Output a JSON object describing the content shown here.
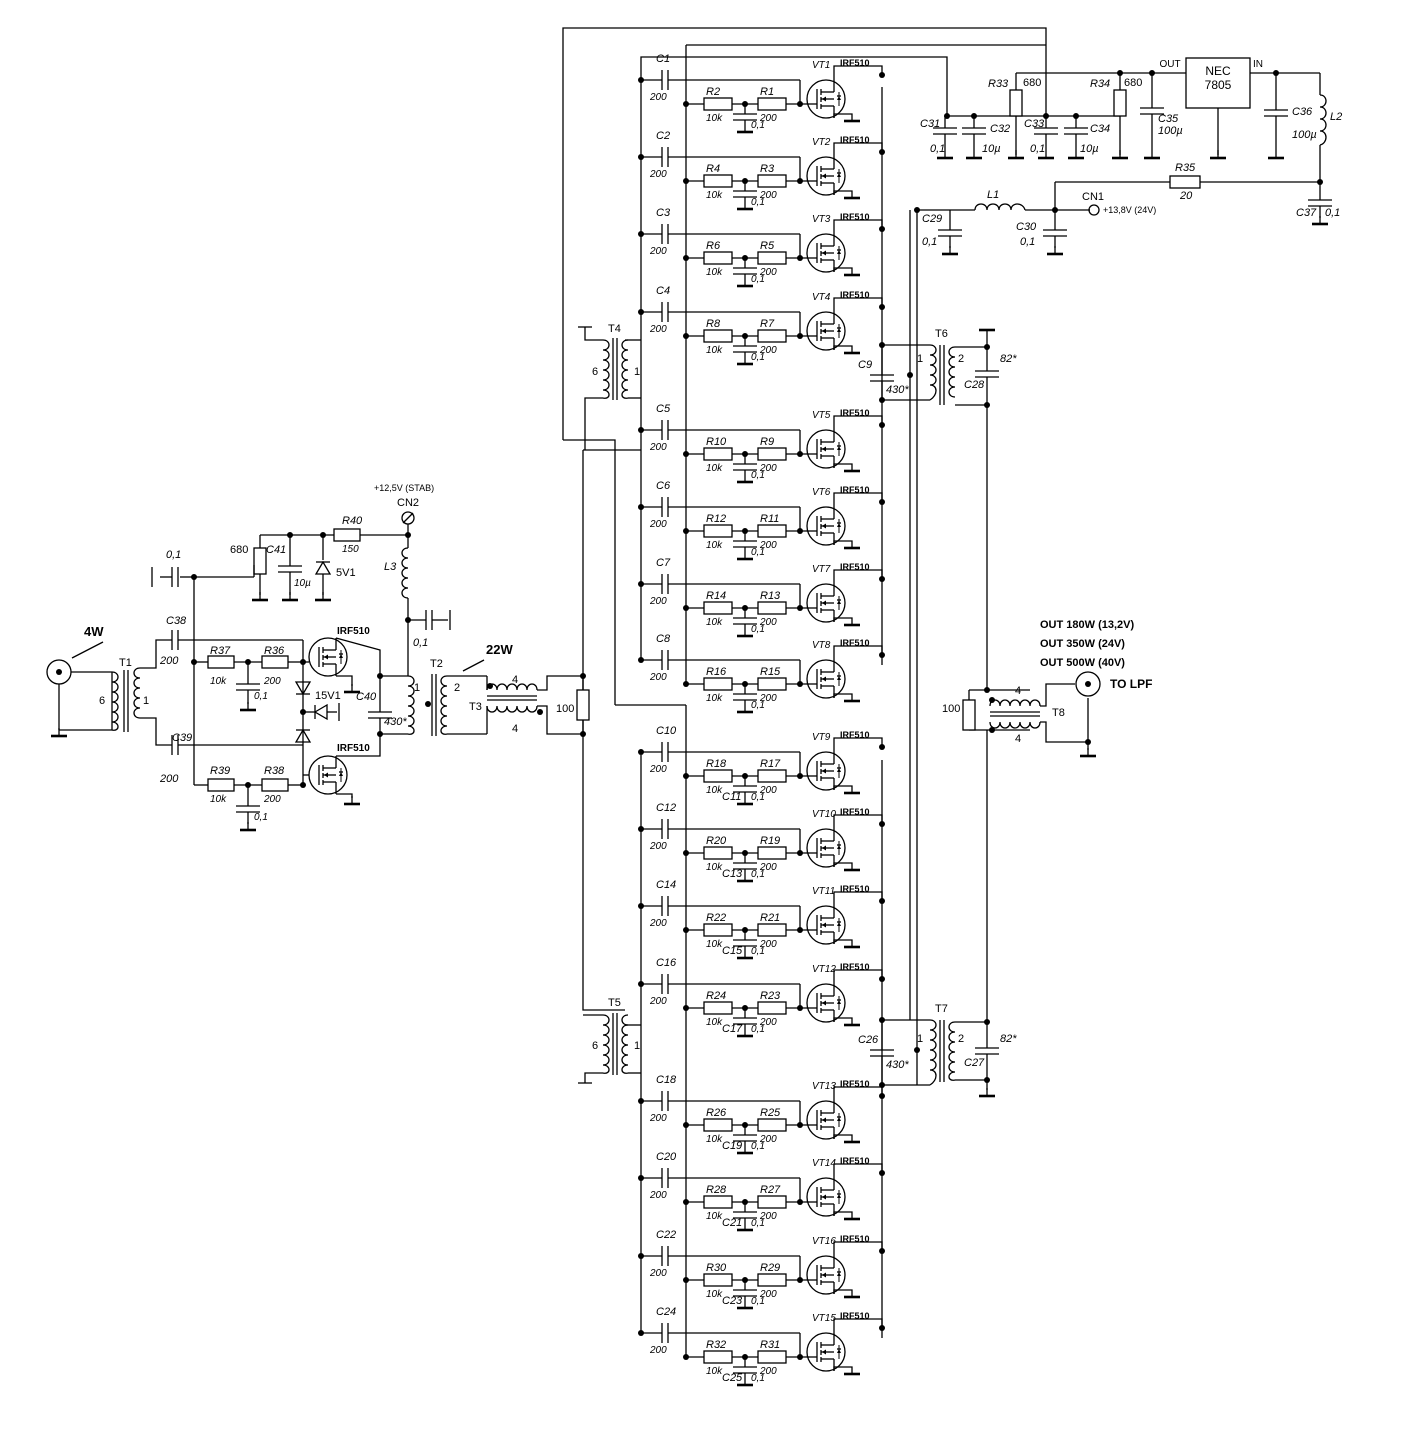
{
  "power_labels": {
    "input": "4W",
    "driver": "22W",
    "out1": "OUT  180W (13,2V)",
    "out2": "OUT  350W (24V)",
    "out3": "OUT  500W (40V)",
    "to_lpf": "TO LPF"
  },
  "connectors": {
    "cn1": "CN1",
    "cn1_voltage": "+13,8V (24V)",
    "cn2": "CN2",
    "cn2_voltage": "+12,5V (STAB)"
  },
  "regulator": {
    "name": "NEC",
    "part": "7805",
    "out": "OUT",
    "in": "IN"
  },
  "transistor_part": "IRF510",
  "zener": {
    "d1": "15V1",
    "d2": "5V1"
  },
  "top_stages": [
    {
      "cap": "C1",
      "cap_val": "200",
      "rs": "R2",
      "rs_val": "10k",
      "rg": "R1",
      "rg_val": "200",
      "bypass_val": "0,1",
      "vt": "VT1",
      "part": "IRF510"
    },
    {
      "cap": "C2",
      "cap_val": "200",
      "rs": "R4",
      "rs_val": "10k",
      "rg": "R3",
      "rg_val": "200",
      "bypass_val": "0,1",
      "vt": "VT2",
      "part": "IRF510"
    },
    {
      "cap": "C3",
      "cap_val": "200",
      "rs": "R6",
      "rs_val": "10k",
      "rg": "R5",
      "rg_val": "200",
      "bypass_val": "0,1",
      "vt": "VT3",
      "part": "IRF510"
    },
    {
      "cap": "C4",
      "cap_val": "200",
      "rs": "R8",
      "rs_val": "10k",
      "rg": "R7",
      "rg_val": "200",
      "bypass_val": "0,1",
      "vt": "VT4",
      "part": "IRF510"
    },
    {
      "cap": "C5",
      "cap_val": "200",
      "rs": "R10",
      "rs_val": "10k",
      "rg": "R9",
      "rg_val": "200",
      "bypass_val": "0,1",
      "vt": "VT5",
      "part": "IRF510"
    },
    {
      "cap": "C6",
      "cap_val": "200",
      "rs": "R12",
      "rs_val": "10k",
      "rg": "R11",
      "rg_val": "200",
      "bypass_val": "0,1",
      "vt": "VT6",
      "part": "IRF510"
    },
    {
      "cap": "C7",
      "cap_val": "200",
      "rs": "R14",
      "rs_val": "10k",
      "rg": "R13",
      "rg_val": "200",
      "bypass_val": "0,1",
      "vt": "VT7",
      "part": "IRF510"
    },
    {
      "cap": "C8",
      "cap_val": "200",
      "rs": "R16",
      "rs_val": "10k",
      "rg": "R15",
      "rg_val": "200",
      "bypass_val": "0,1",
      "vt": "VT8",
      "part": "IRF510"
    }
  ],
  "bottom_stages": [
    {
      "cap": "C10",
      "cap_val": "200",
      "rs": "R18",
      "rs_val": "10k",
      "rg": "R17",
      "rg_val": "200",
      "bypass": "C11",
      "bypass_val": "0,1",
      "vt": "VT9",
      "part": "IRF510"
    },
    {
      "cap": "C12",
      "cap_val": "200",
      "rs": "R20",
      "rs_val": "10k",
      "rg": "R19",
      "rg_val": "200",
      "bypass": "C13",
      "bypass_val": "0,1",
      "vt": "VT10",
      "part": "IRF510"
    },
    {
      "cap": "C14",
      "cap_val": "200",
      "rs": "R22",
      "rs_val": "10k",
      "rg": "R21",
      "rg_val": "200",
      "bypass": "C15",
      "bypass_val": "0,1",
      "vt": "VT11",
      "part": "IRF510"
    },
    {
      "cap": "C16",
      "cap_val": "200",
      "rs": "R24",
      "rs_val": "10k",
      "rg": "R23",
      "rg_val": "200",
      "bypass": "C17",
      "bypass_val": "0,1",
      "vt": "VT12",
      "part": "IRF510"
    },
    {
      "cap": "C18",
      "cap_val": "200",
      "rs": "R26",
      "rs_val": "10k",
      "rg": "R25",
      "rg_val": "200",
      "bypass": "C19",
      "bypass_val": "0,1",
      "vt": "VT13",
      "part": "IRF510"
    },
    {
      "cap": "C20",
      "cap_val": "200",
      "rs": "R28",
      "rs_val": "10k",
      "rg": "R27",
      "rg_val": "200",
      "bypass": "C21",
      "bypass_val": "0,1",
      "vt": "VT14",
      "part": "IRF510"
    },
    {
      "cap": "C22",
      "cap_val": "200",
      "rs": "R30",
      "rs_val": "10k",
      "rg": "R29",
      "rg_val": "200",
      "bypass": "C23",
      "bypass_val": "0,1",
      "vt": "VT16",
      "part": "IRF510"
    },
    {
      "cap": "C24",
      "cap_val": "200",
      "rs": "R32",
      "rs_val": "10k",
      "rg": "R31",
      "rg_val": "200",
      "bypass": "C25",
      "bypass_val": "0,1",
      "vt": "VT15",
      "part": "IRF510"
    }
  ],
  "driver": {
    "c38": "C38",
    "c38_val": "200",
    "c39": "C39",
    "c39_val": "200",
    "r37": "R37",
    "r37_val": "10k",
    "r36": "R36",
    "r36_val": "200",
    "r39": "R39",
    "r39_val": "10k",
    "r38": "R38",
    "r38_val": "200",
    "bypass_val": "0,1",
    "c40": "C40",
    "c40_val": "430*",
    "c41": "C41",
    "c41_val": "10µ",
    "r_bias_val": "680",
    "r40": "R40",
    "r40_val": "150",
    "l3": "L3",
    "input_cap_val": "0,1",
    "dec_cap_val": "0,1"
  },
  "transformers": {
    "t1": "T1",
    "t1_p": "6",
    "t1_s": "1",
    "t2": "T2",
    "t2_p": "1",
    "t2_s": "2",
    "t3": "T3",
    "t3_n1": "4",
    "t3_n2": "4",
    "t3_r": "100",
    "t4": "T4",
    "t4_p": "6",
    "t4_s": "1",
    "t5": "T5",
    "t5_p": "6",
    "t5_s": "1",
    "t6": "T6",
    "t6_p": "1",
    "t6_s": "2",
    "t7": "T7",
    "t7_p": "1",
    "t7_s": "2",
    "t8": "T8",
    "t8_n1": "4",
    "t8_n2": "4",
    "t8_r": "100"
  },
  "output": {
    "c9": "C9",
    "c9_val": "430*",
    "c26": "C26",
    "c26_val": "430*",
    "c28": "C28",
    "c28_val": "82*",
    "c27": "C27",
    "c27_val": "82*"
  },
  "supply": {
    "c31": "C31",
    "c31_val": "0,1",
    "c32": "C32",
    "c32_val": "10µ",
    "r33": "R33",
    "r33_val": "680",
    "c33": "C33",
    "c33_val": "0,1",
    "c34": "C34",
    "c34_val": "10µ",
    "r34": "R34",
    "r34_val": "680",
    "c35": "C35",
    "c35_val": "100µ",
    "c36": "C36",
    "c36_val": "100µ",
    "l2": "L2",
    "r35": "R35",
    "r35_val": "20",
    "c37": "C37",
    "c37_val": "0,1",
    "l1": "L1",
    "c29": "C29",
    "c29_val": "0,1",
    "c30": "C30",
    "c30_val": "0,1"
  }
}
